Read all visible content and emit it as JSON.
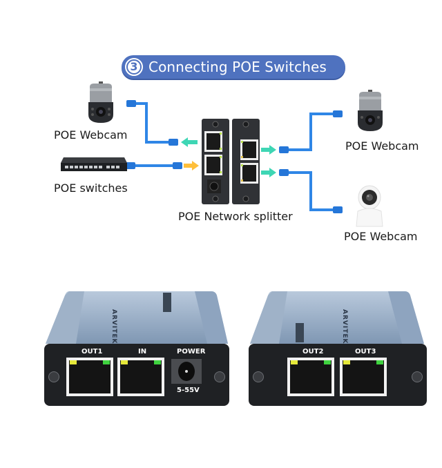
{
  "banner": {
    "step_number": "3",
    "title": "Connecting POE Switches",
    "color": "#4f72bf"
  },
  "diagram": {
    "left_devices": [
      {
        "label": "POE Webcam",
        "icon": "ptz-camera-icon"
      },
      {
        "label": "POE switches",
        "icon": "network-switch-icon"
      }
    ],
    "center_device": {
      "label": "POE Network splitter",
      "icon": "poe-splitter-icon"
    },
    "right_devices": [
      {
        "label": "POE Webcam",
        "icon": "ptz-camera-icon"
      },
      {
        "label": "POE Webcam",
        "icon": "dome-camera-icon"
      }
    ],
    "arrow_colors": {
      "output": "#3ed6b4",
      "input": "#ffbf3a"
    },
    "cable_color": "#2f86e6"
  },
  "products": [
    {
      "brand": "ARVITEK",
      "ports": [
        {
          "label": "OUT1",
          "type": "rj45"
        },
        {
          "label": "IN",
          "type": "rj45"
        },
        {
          "label": "POWER",
          "type": "dc-jack",
          "sublabel": "5-55V"
        }
      ]
    },
    {
      "brand": "ARVITEK",
      "ports": [
        {
          "label": "OUT2",
          "type": "rj45"
        },
        {
          "label": "OUT3",
          "type": "rj45"
        }
      ]
    }
  ]
}
